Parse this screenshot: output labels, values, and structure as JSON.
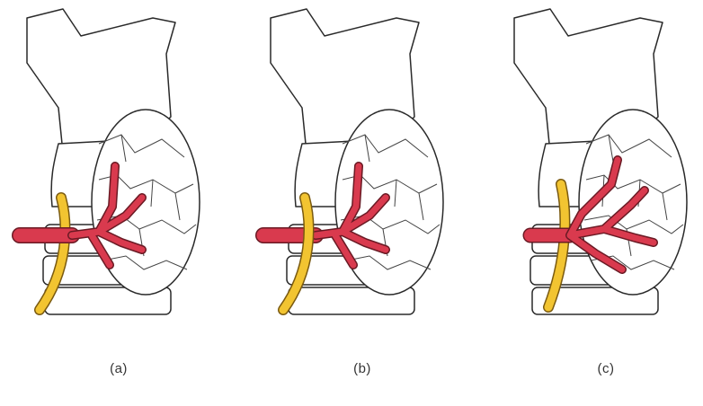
{
  "panels": [
    {
      "label": "(a)"
    },
    {
      "label": "(b)"
    },
    {
      "label": "(c)"
    }
  ],
  "colors": {
    "artery": "#d93a4e",
    "artery_outline": "#6a1a24",
    "nerve": "#f2c431",
    "nerve_outline": "#7a5a10",
    "outline": "#2a2a2a"
  }
}
